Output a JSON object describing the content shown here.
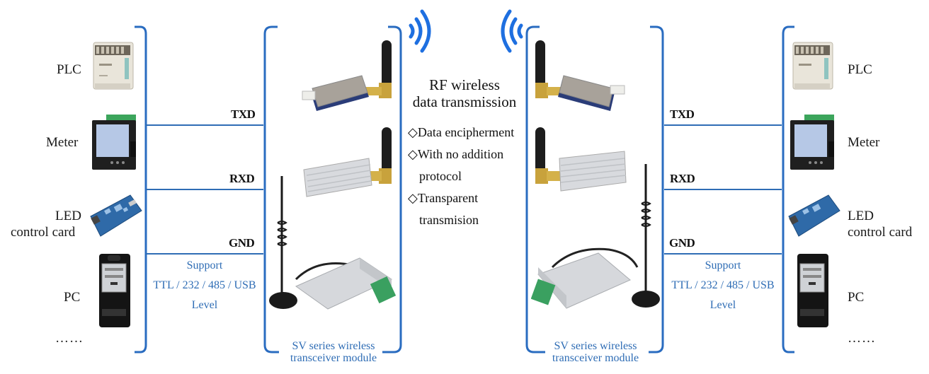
{
  "colors": {
    "bracket_blue": "#2a6cc0",
    "signal_line_blue": "#2f6db5",
    "wifi_blue": "#1e6fe0",
    "caption_blue": "#2f6db5",
    "text_dark": "#111111"
  },
  "left_devices": [
    {
      "label": "PLC",
      "icon": "plc-icon"
    },
    {
      "label": "Meter",
      "icon": "meter-icon"
    },
    {
      "label_line1": "LED",
      "label_line2": "control card",
      "icon": "led-control-card-icon"
    },
    {
      "label": "PC",
      "icon": "pc-tower-icon"
    },
    {
      "label": "……"
    }
  ],
  "right_devices": [
    {
      "label": "PLC",
      "icon": "plc-icon"
    },
    {
      "label": "Meter",
      "icon": "meter-icon"
    },
    {
      "label_line1": "LED",
      "label_line2": "control card",
      "icon": "led-control-card-icon"
    },
    {
      "label": "PC",
      "icon": "pc-tower-icon"
    },
    {
      "label": "……"
    }
  ],
  "signals": [
    "TXD",
    "RXD",
    "GND"
  ],
  "support_text": {
    "line1": "Support",
    "line2": "TTL / 232 / 485 / USB",
    "line3": "Level"
  },
  "module_caption": {
    "line1": "SV series wireless",
    "line2": "transceiver module"
  },
  "center": {
    "title_line1": "RF wireless",
    "title_line2": "data transmission",
    "features": [
      {
        "bullet": "◇",
        "text": "Data encipherment"
      },
      {
        "bullet": "◇",
        "text": "With no addition"
      },
      {
        "bullet": "",
        "text": "protocol"
      },
      {
        "bullet": "◇",
        "text": "Transparent"
      },
      {
        "bullet": "",
        "text": "transmision"
      }
    ]
  },
  "icons": {
    "left_wifi": "wifi-waves-right-icon",
    "right_wifi": "wifi-waves-left-icon",
    "module_pcb": "rf-module-pcb-icon",
    "module_case": "rf-module-aluminum-case-icon",
    "module_box": "transceiver-box-with-antenna-icon"
  }
}
